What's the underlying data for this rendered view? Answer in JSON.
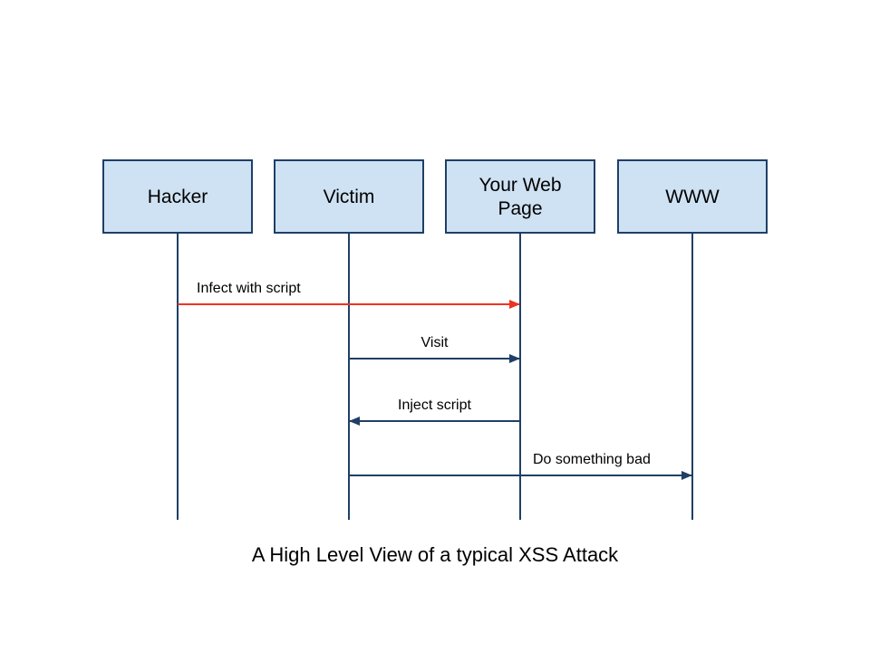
{
  "actors": [
    {
      "id": "hacker",
      "lines": [
        "Hacker"
      ]
    },
    {
      "id": "victim",
      "lines": [
        "Victim"
      ]
    },
    {
      "id": "webpage",
      "lines": [
        "Your Web",
        "Page"
      ]
    },
    {
      "id": "www",
      "lines": [
        "WWW"
      ]
    }
  ],
  "messages": [
    {
      "label": "Infect with script",
      "from": "hacker",
      "to": "webpage",
      "color": "#ee3322"
    },
    {
      "label": "Visit",
      "from": "victim",
      "to": "webpage",
      "color": "#1f3f66"
    },
    {
      "label": "Inject script",
      "from": "webpage",
      "to": "victim",
      "color": "#1f3f66"
    },
    {
      "label": "Do something bad",
      "from": "victim",
      "to": "www",
      "color": "#1f3f66"
    }
  ],
  "caption": "A High Level View of a typical XSS Attack",
  "colors": {
    "box_fill": "#cfe2f3",
    "box_stroke": "#1f3f66",
    "lifeline": "#1f3f66"
  }
}
